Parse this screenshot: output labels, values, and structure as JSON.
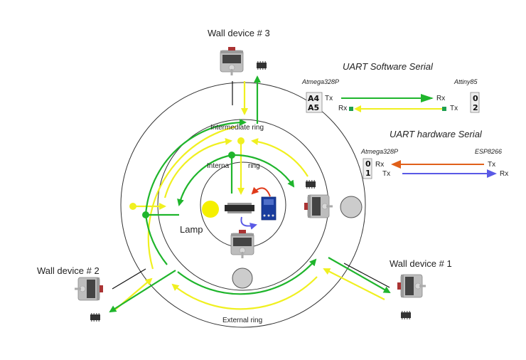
{
  "title": "Ring network of wall devices with UART serial links",
  "colors": {
    "yellow": "#f0f020",
    "green": "#1fb52c",
    "orange": "#e0601a",
    "blue": "#5a5ae6",
    "ring": "#333333",
    "red_arrow": "#e03a1a",
    "lamp": "#f5f000",
    "wheel": "#cccccc"
  },
  "devices": [
    {
      "id": "wall3",
      "label": "Wall device # 3"
    },
    {
      "id": "wall2",
      "label": "Wall device # 2"
    },
    {
      "id": "wall1",
      "label": "Wall device # 1"
    }
  ],
  "rings": {
    "external": "External ring",
    "intermediate": "Intermediate ring",
    "internal_left": "Interna",
    "internal_right": "ring"
  },
  "lamp_label": "Lamp",
  "uart_software": {
    "title": "UART Software Serial",
    "left_chip": "Atmega328P",
    "right_chip": "Attiny85",
    "left_pins": [
      "A4",
      "A5"
    ],
    "right_pins": [
      "0",
      "2"
    ],
    "row1": {
      "left": "Tx",
      "right": "Rx"
    },
    "row2": {
      "left": "Rx",
      "right": "Tx"
    }
  },
  "uart_hardware": {
    "title": "UART hardware Serial",
    "left_chip": "Atmega328P",
    "right_chip": "ESP8266",
    "left_pins": [
      "0",
      "1"
    ],
    "row1": {
      "left": "Rx",
      "right": "Tx"
    },
    "row2": {
      "left": "Tx",
      "right": "Rx"
    }
  }
}
